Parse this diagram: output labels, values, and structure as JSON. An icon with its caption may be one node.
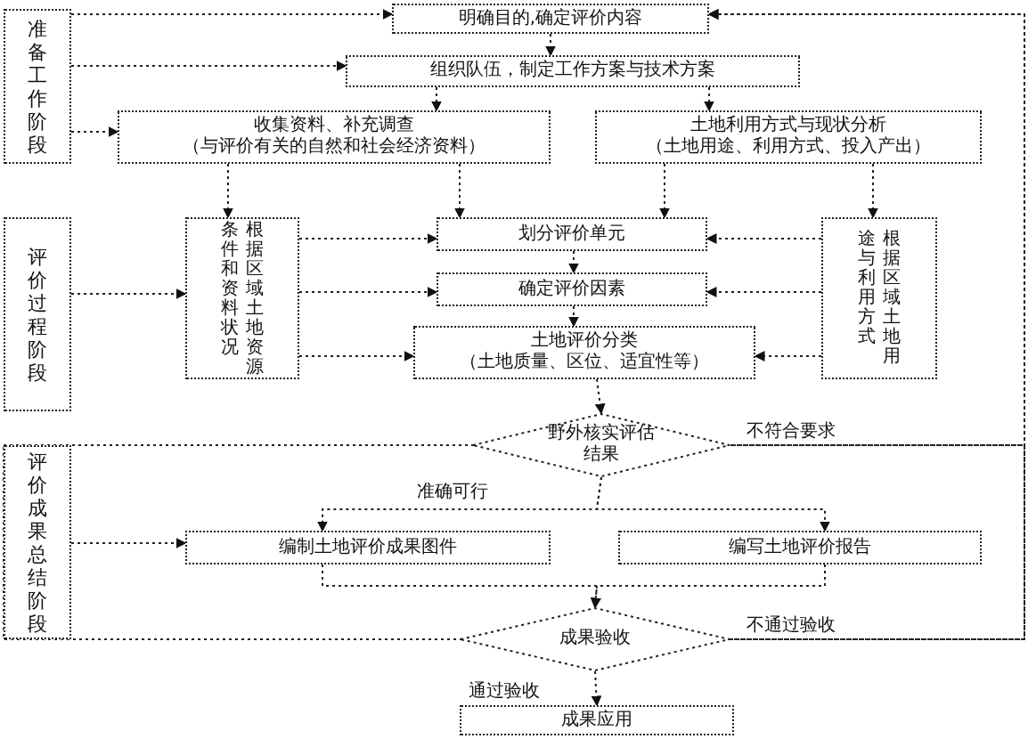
{
  "diagram": {
    "nodes": [
      {
        "text": [
          "准备工作阶段"
        ]
      },
      {
        "text": [
          "明确目的,确定评价内容"
        ]
      },
      {
        "text": [
          "组织队伍，制定工作方案与技术方案"
        ]
      },
      {
        "text": [
          "收集资料、补充调查",
          "（与评价有关的自然和社会经济资料）"
        ]
      },
      {
        "text": [
          "土地利用方式与现状分析",
          "（土地用途、利用方式、投入产出）"
        ]
      },
      {
        "text": [
          "评价过程阶段"
        ]
      },
      {
        "text": [
          "根据区域土地资源条件和资料状况"
        ]
      },
      {
        "text": [
          "划分评价单元"
        ]
      },
      {
        "text": [
          "确定评价因素"
        ]
      },
      {
        "text": [
          "土地评价分类",
          "（土地质量、区位、适宜性等）"
        ]
      },
      {
        "text": [
          "根据区域土地用途与利用方式"
        ]
      },
      {
        "text": [
          "野外核实评估结果"
        ]
      },
      {
        "text": [
          "评价成果总结阶段"
        ]
      },
      {
        "text": [
          "编制土地评价成果图件"
        ]
      },
      {
        "text": [
          "编写土地评价报告"
        ]
      },
      {
        "text": [
          "成果验收"
        ]
      },
      {
        "text": [
          "成果应用"
        ]
      }
    ],
    "edges": [
      {
        "from": 0,
        "to": 1,
        "arrow": "to"
      },
      {
        "from": 0,
        "to": 2,
        "arrow": "to"
      },
      {
        "from": 0,
        "to": 3,
        "arrow": "to"
      },
      {
        "from": 1,
        "to": 2,
        "arrow": "to"
      },
      {
        "from": 2,
        "to": 3,
        "arrow": "to"
      },
      {
        "from": 2,
        "to": 4,
        "arrow": "to"
      },
      {
        "from": 3,
        "to": 6,
        "arrow": "to"
      },
      {
        "from": 3,
        "to": 7,
        "arrow": "to"
      },
      {
        "from": 4,
        "to": 7,
        "arrow": "to"
      },
      {
        "from": 4,
        "to": 10,
        "arrow": "to"
      },
      {
        "from": 5,
        "to": 6,
        "arrow": "to"
      },
      {
        "from": 6,
        "to": 7,
        "arrow": "to"
      },
      {
        "from": 6,
        "to": 8,
        "arrow": "to"
      },
      {
        "from": 6,
        "to": 9,
        "arrow": "to"
      },
      {
        "from": 10,
        "to": 7,
        "arrow": "to"
      },
      {
        "from": 10,
        "to": 8,
        "arrow": "to"
      },
      {
        "from": 10,
        "to": 9,
        "arrow": "to"
      },
      {
        "from": 7,
        "to": 8,
        "arrow": "to"
      },
      {
        "from": 8,
        "to": 9,
        "arrow": "to"
      },
      {
        "from": 9,
        "to": 11,
        "arrow": "to"
      },
      {
        "from": 11,
        "to": 13,
        "arrow": "to",
        "label": "准确可行"
      },
      {
        "from": 11,
        "to": 14,
        "arrow": "to"
      },
      {
        "from": 11,
        "to": 1,
        "arrow": "to",
        "label": "不符合要求"
      },
      {
        "from": 12,
        "to": 13,
        "arrow": "to"
      },
      {
        "from": 13,
        "to": 15,
        "arrow": "to"
      },
      {
        "from": 14,
        "to": 15,
        "arrow": "to"
      },
      {
        "from": 15,
        "to": 16,
        "arrow": "to",
        "label": "通过验收"
      },
      {
        "from": 15,
        "to": 1,
        "arrow": "to",
        "label": "不通过验收"
      }
    ]
  }
}
